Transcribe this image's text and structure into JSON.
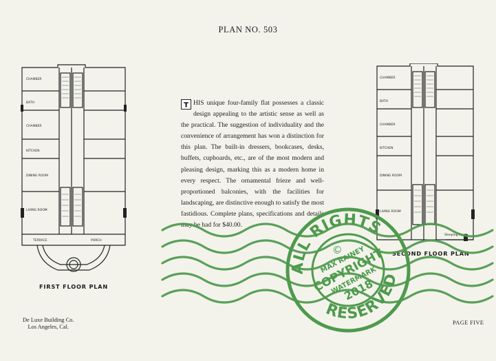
{
  "plan_title": "PLAN NO. 503",
  "dropcap_letter": "T",
  "body_text": "HIS unique four-family flat possesses a classic design appealing to the artistic sense as well as the practical.  The suggestion of individuality and the convenience of arrangement has won a distinction for this plan. The built-in dressers, bookcases, desks, buffets, cupboards, etc., are of the most modern and pleasing design, marking this as a modern home in every respect.  The ornamental frieze and well-proportioned balconies, with the facilities for landscaping, are distinctive enough to satisfy the most fastidious.  Complete plans, specifications and details may be had for $40.00.",
  "first_floor": {
    "label": "FIRST FLOOR PLAN",
    "rooms": {
      "chamber_top": "CHAMBER",
      "bath": "BATH",
      "chamber_mid": "CHAMBER",
      "kitchen": "KITCHEN",
      "dining": "DINING ROOM",
      "living": "LIVING ROOM",
      "terrace": "TERRACE",
      "porch": "PORCH"
    }
  },
  "second_floor": {
    "label": "SECOND FLOOR PLAN",
    "rooms": {
      "chamber_top": "CHAMBER",
      "bath": "BATH",
      "chamber_mid": "CHAMBER",
      "kitchen": "KITCHEN",
      "dining": "DINING ROOM",
      "living": "LIVING ROOM",
      "balcony": "Sleeping Porch"
    }
  },
  "footer_left": [
    "De Luxe Building Co.",
    "Los Angeles, Cal."
  ],
  "footer_right": "PAGE FIVE",
  "watermark": {
    "color": "#4e9a4c",
    "top_arc": "ALL RIGHTS",
    "bottom_arc": "RESERVED",
    "symbol": "©",
    "line1": "MAX RAINEY",
    "line2": "COPYRIGHT",
    "line3": "WATERMARK",
    "year": "2018"
  }
}
